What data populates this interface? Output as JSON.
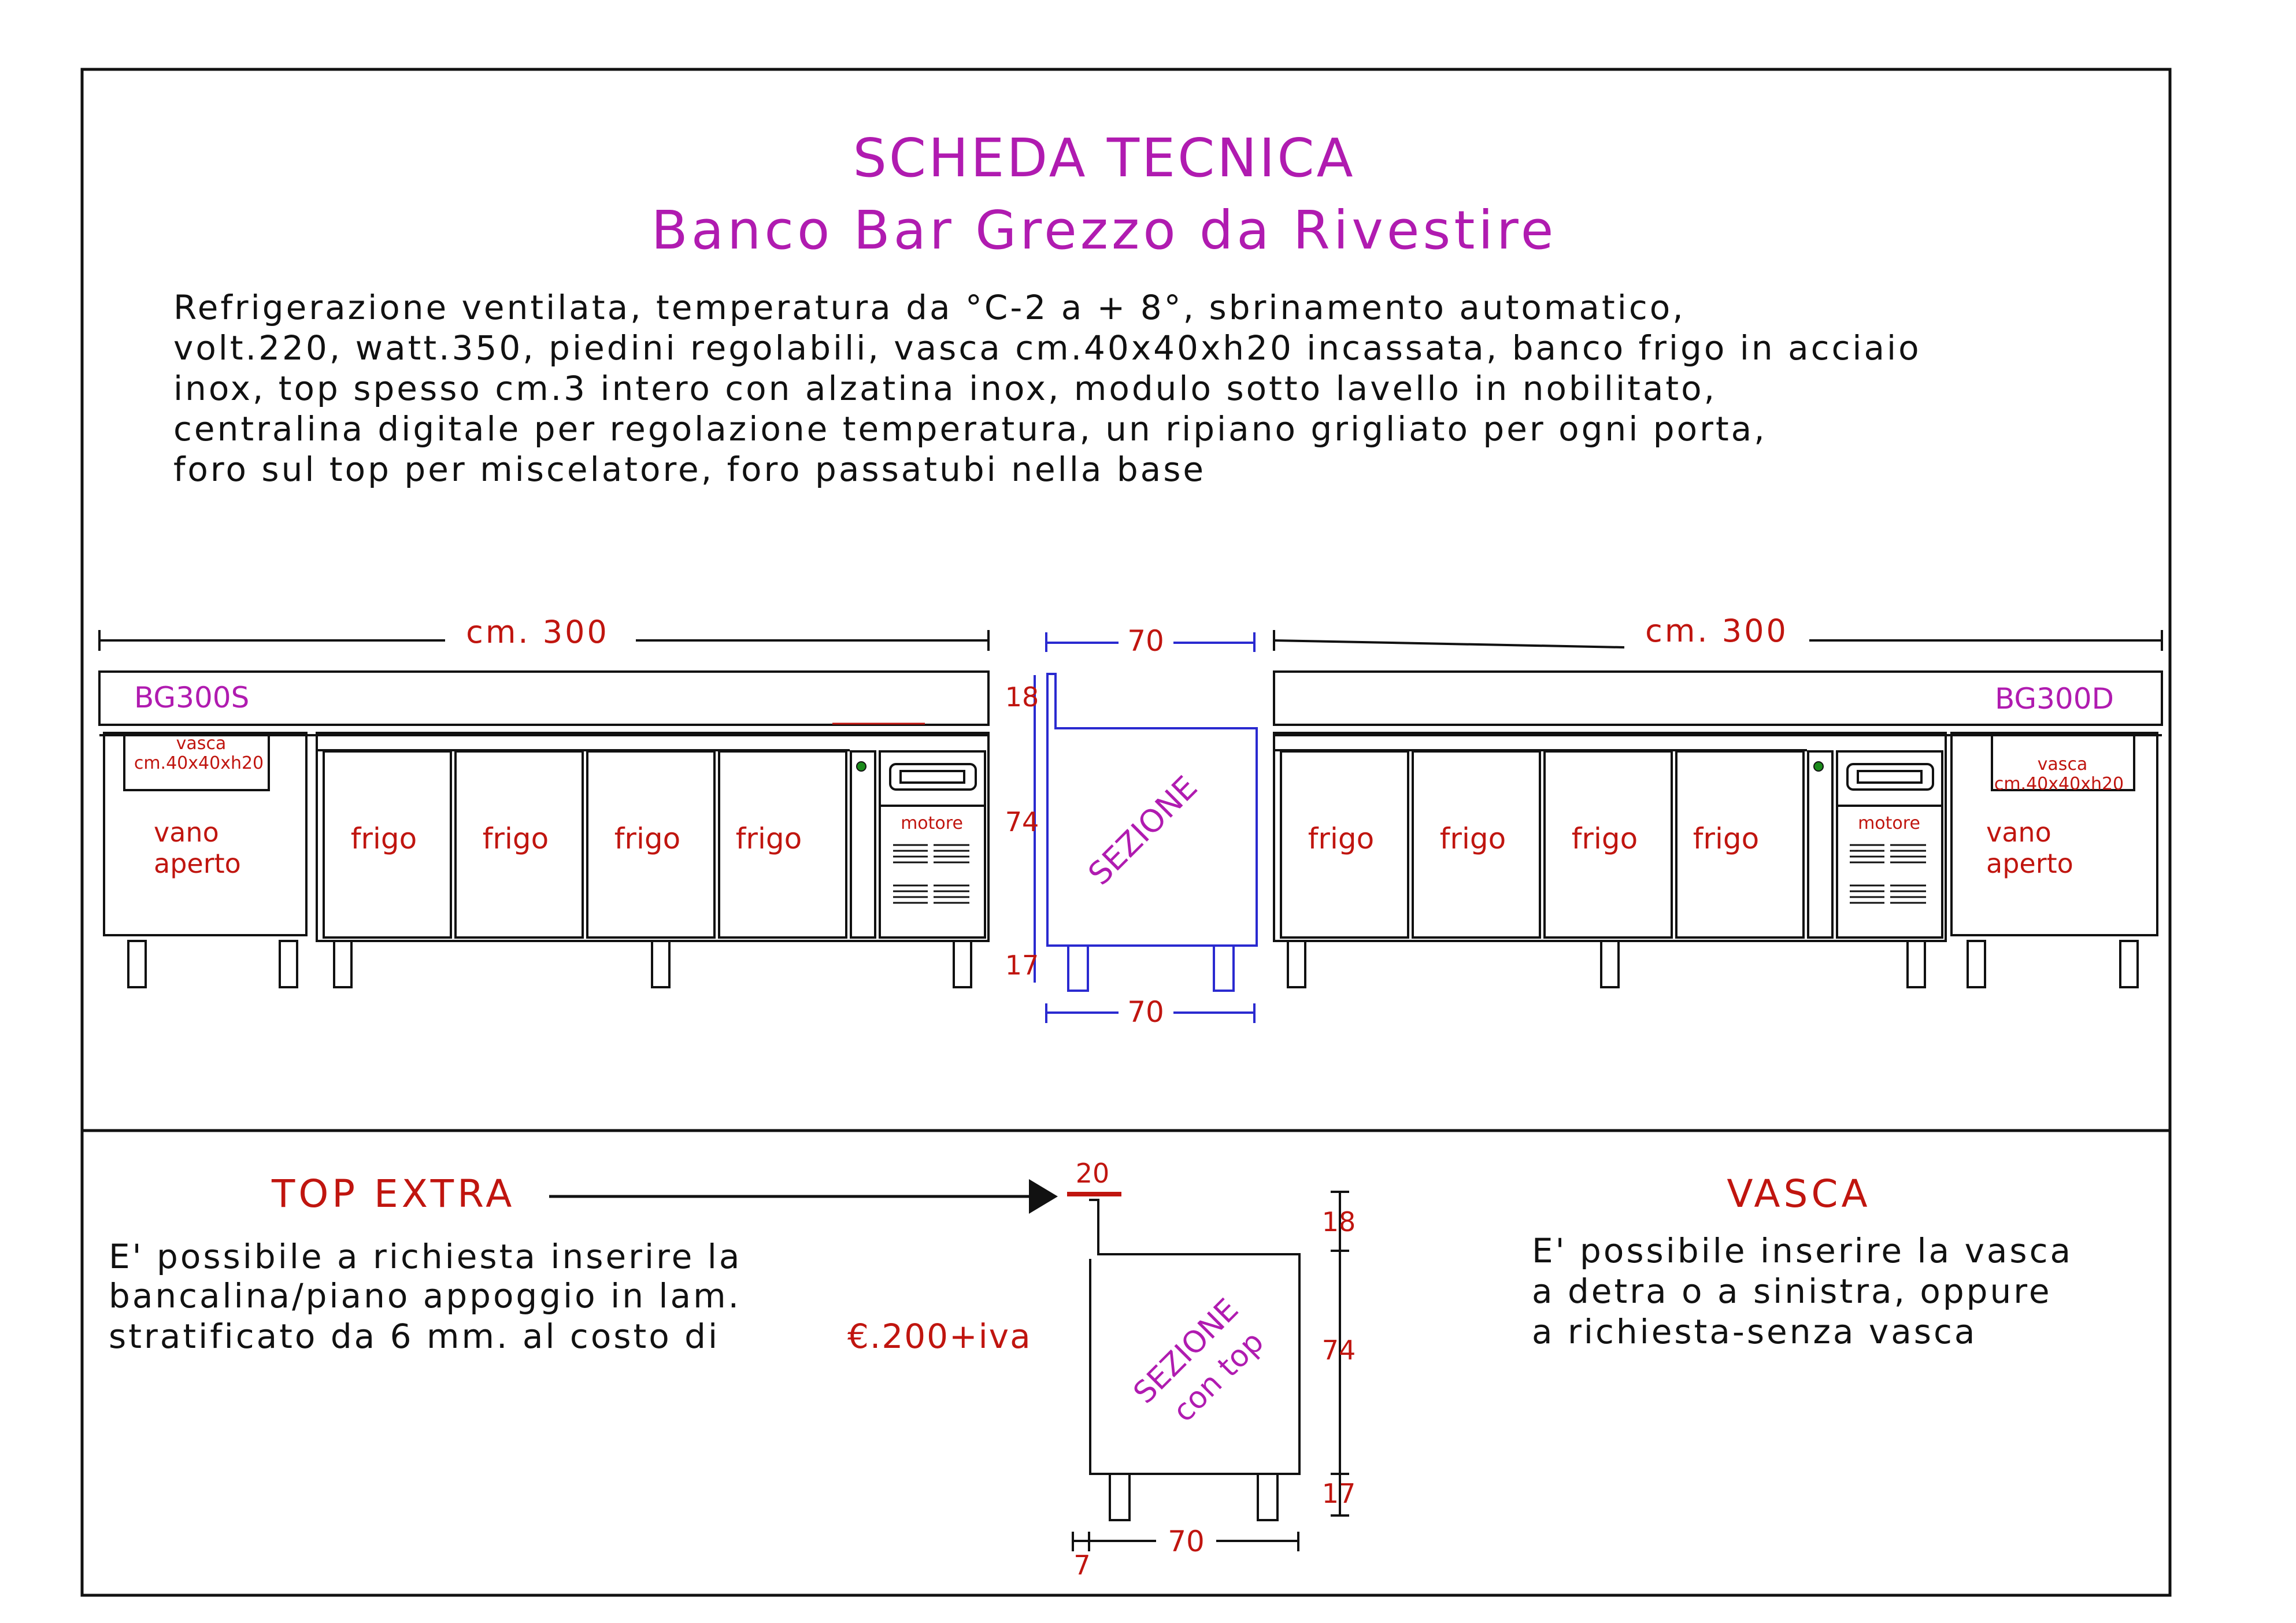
{
  "title": "SCHEDA TECNICA",
  "subtitle": "Banco Bar Grezzo da Rivestire",
  "description": [
    "Refrigerazione ventilata, temperatura da °C-2 a + 8°, sbrinamento automatico,",
    "volt.220, watt.350, piedini regolabili, vasca cm.40x40xh20 incassata, banco frigo in acciaio",
    "inox, top spesso cm.3 intero con alzatina inox, modulo sotto lavello in nobilitato,",
    "centralina digitale per regolazione temperatura, un ripiano grigliato per ogni porta,",
    "foro sul top per miscelatore, foro passatubi nella base"
  ],
  "left_unit": {
    "model": "BG300S",
    "width_label": "cm. 300",
    "sink_label_1": "vasca",
    "sink_label_2": "cm.40x40xh20",
    "open_label_1": "vano",
    "open_label_2": "aperto",
    "doors": [
      "frigo",
      "frigo",
      "frigo",
      "frigo"
    ],
    "motor_label": "motore"
  },
  "right_unit": {
    "model": "BG300D",
    "width_label": "cm. 300",
    "sink_label_1": "vasca",
    "sink_label_2": "cm.40x40xh20",
    "open_label_1": "vano",
    "open_label_2": "aperto",
    "doors": [
      "frigo",
      "frigo",
      "frigo",
      "frigo"
    ],
    "motor_label": "motore"
  },
  "section": {
    "label": "SEZIONE",
    "top_width": "70",
    "bottom_width": "70",
    "h_top": "18",
    "h_mid": "74",
    "h_bottom": "17"
  },
  "top_extra": {
    "heading": "TOP EXTRA",
    "lines": [
      "E' possibile a richiesta inserire la",
      "bancalina/piano appoggio in lam.",
      "stratificato da 6 mm. al costo di"
    ],
    "price": "€.200+iva"
  },
  "section_with_top": {
    "label_1": "SEZIONE",
    "label_2": "con top",
    "top_dim": "20",
    "h_top": "18",
    "h_mid": "74",
    "h_bottom": "17",
    "width": "70",
    "offset": "7"
  },
  "vasca": {
    "heading": "VASCA",
    "lines": [
      "E' possibile inserire la vasca",
      "a detra o a sinistra, oppure",
      "a richiesta-senza vasca"
    ]
  },
  "colors": {
    "magenta": "#b01bb0",
    "red": "#c0150f",
    "blue": "#2a2ad0",
    "line": "#111111"
  }
}
